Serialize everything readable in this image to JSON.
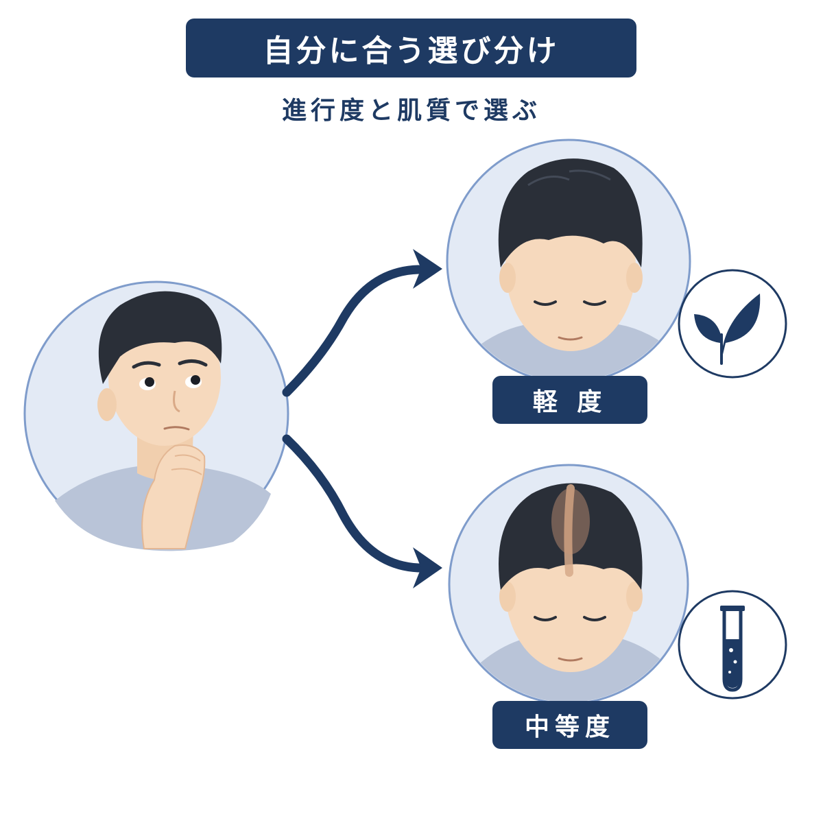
{
  "title": "自分に合う選び分け",
  "subtitle": "進行度と肌質で選ぶ",
  "stages": [
    {
      "label": "軽 度",
      "icon": "leaf-icon"
    },
    {
      "label": "中等度",
      "icon": "test-tube-icon"
    }
  ],
  "colors": {
    "navy": "#1e3a63",
    "circle_bg": "#e3eaf5",
    "circle_border": "#7f9ccb",
    "hair": "#2a2f38",
    "skin": "#f6d9bd",
    "shirt": "#b9c4d8"
  }
}
